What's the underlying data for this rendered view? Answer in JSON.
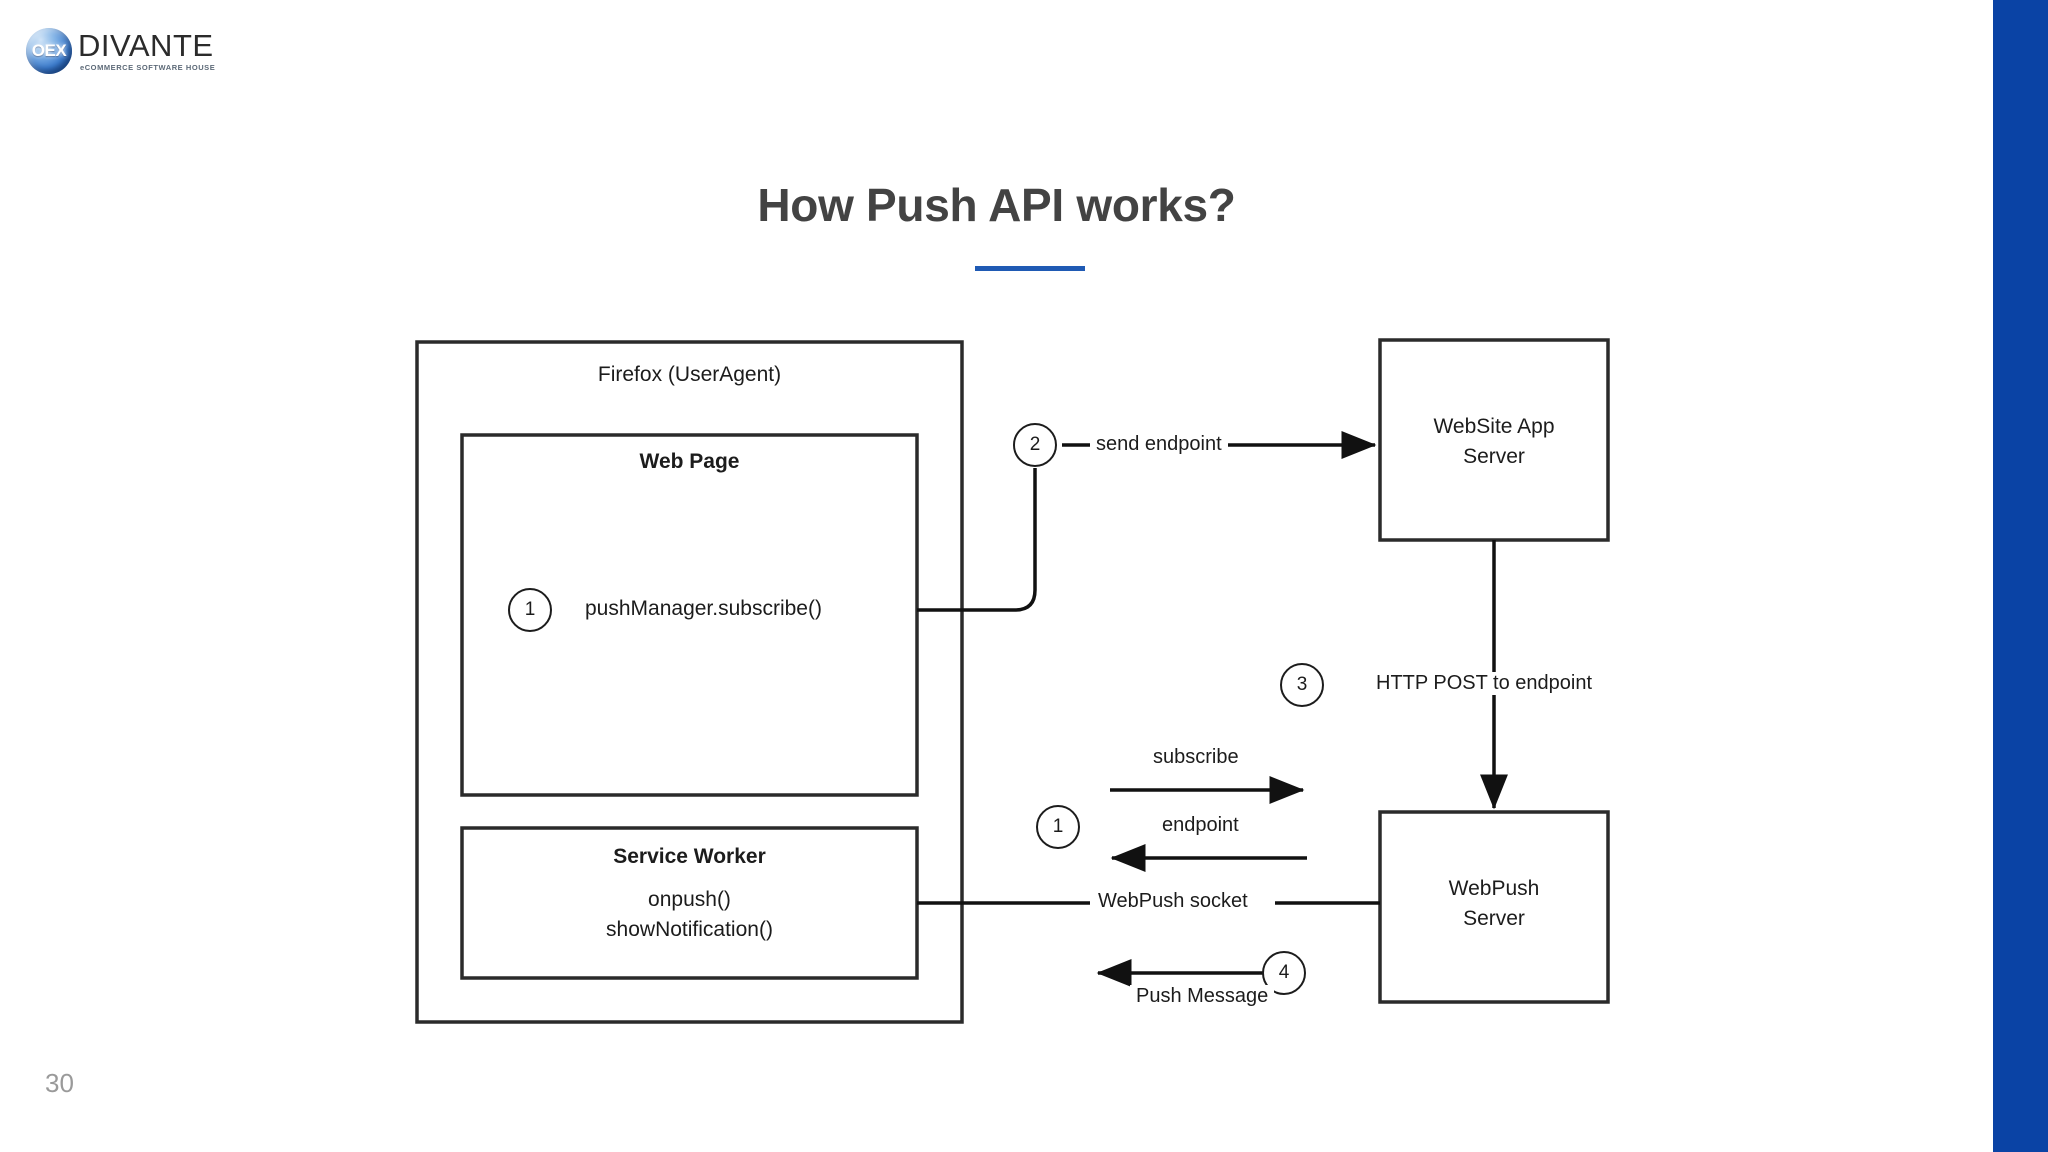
{
  "slide": {
    "title": "How Push API works?",
    "page_number": "30",
    "accent_color": "#1f5ab4",
    "sidebar_color": "#0a43a5",
    "title_color": "#434343"
  },
  "logo": {
    "mark_text": "OEX",
    "wordmark": "DIVANTE",
    "tagline": "eCOMMERCE SOFTWARE HOUSE",
    "sphere_color": "#3f7fd0"
  },
  "diagram": {
    "type": "sequence-architecture",
    "containers": [
      {
        "id": "useragent",
        "label": "Firefox (UserAgent)",
        "bold": false
      },
      {
        "id": "webpage",
        "label": "Web Page",
        "bold": true
      },
      {
        "id": "serviceworker",
        "label": "Service Worker",
        "bold": true
      }
    ],
    "service_worker_methods": [
      "onpush()",
      "showNotification()"
    ],
    "web_page_call": "pushManager.subscribe()",
    "servers": [
      {
        "id": "website-app-server",
        "line1": "WebSite App",
        "line2": "Server"
      },
      {
        "id": "webpush-server",
        "line1": "WebPush",
        "line2": "Server"
      }
    ],
    "steps": [
      {
        "number": "1",
        "label": "pushManager.subscribe()",
        "location": "web-page"
      },
      {
        "number": "2",
        "label": "send endpoint",
        "location": "to-website-app-server"
      },
      {
        "number": "3",
        "label": "HTTP POST to endpoint",
        "location": "app-server-to-push-server"
      },
      {
        "number": "1",
        "label": "subscribe / endpoint",
        "location": "browser-to-push-server"
      },
      {
        "number": "4",
        "label": "Push Message",
        "location": "push-server-to-service-worker"
      }
    ],
    "edge_labels": [
      {
        "id": "send-endpoint",
        "text": "send endpoint"
      },
      {
        "id": "http-post",
        "text": "HTTP POST to endpoint"
      },
      {
        "id": "subscribe",
        "text": "subscribe"
      },
      {
        "id": "endpoint",
        "text": "endpoint"
      },
      {
        "id": "webpush-socket",
        "text": "WebPush socket"
      },
      {
        "id": "push-message",
        "text": "Push Message"
      }
    ]
  }
}
